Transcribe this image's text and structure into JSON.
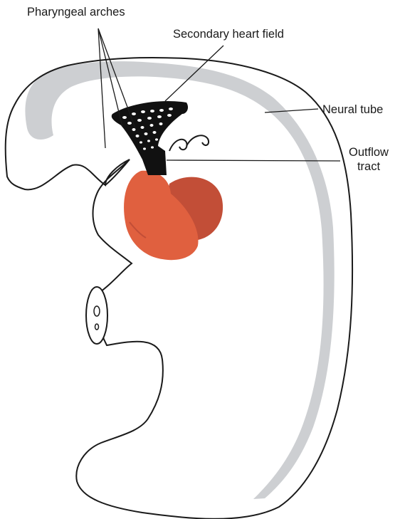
{
  "labels": {
    "pharyngeal_arches": "Pharyngeal arches",
    "secondary_heart_field": "Secondary heart field",
    "neural_tube": "Neural tube",
    "outflow_tract_line1": "Outflow",
    "outflow_tract_line2": "tract"
  },
  "colors": {
    "neural_tube": "#cdcfd2",
    "heart": "#e0603f",
    "heart_dark": "#c24e37",
    "secondary_heart_field": "#111111",
    "outline": "#1a1a1a"
  }
}
